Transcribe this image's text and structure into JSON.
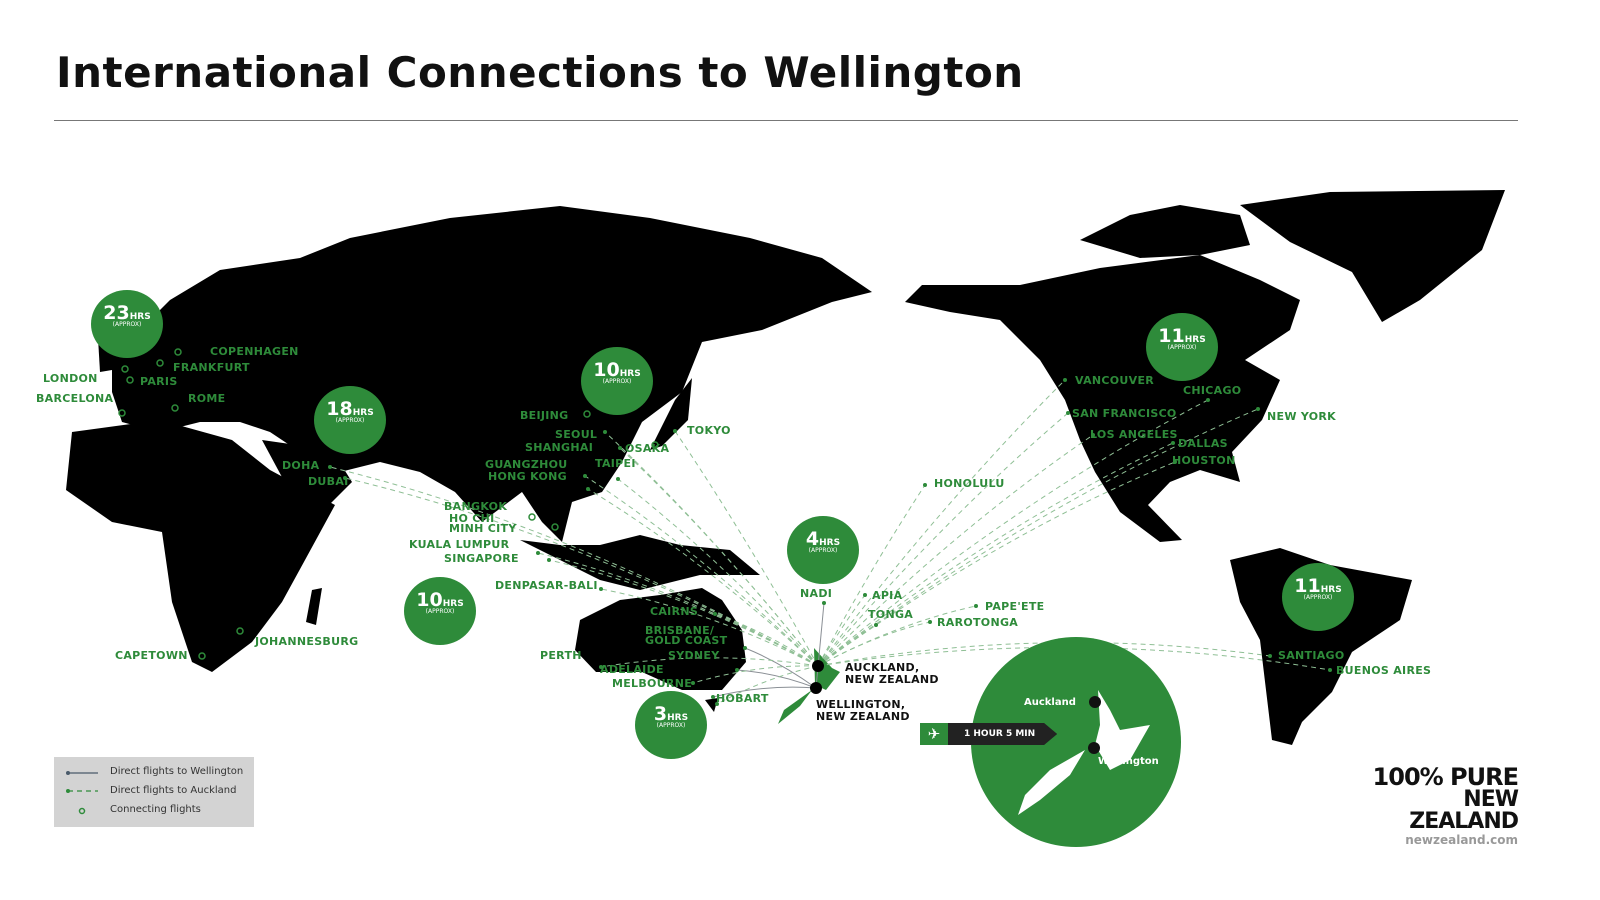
{
  "title": "International Connections to Wellington",
  "colors": {
    "green": "#2e8b3a",
    "land": "#000000",
    "legend_bg": "#d3d3d3"
  },
  "hubs": {
    "auckland": "AUCKLAND,\nNEW ZEALAND",
    "wellington": "WELLINGTON,\nNEW ZEALAND"
  },
  "cities": {
    "copenhagen": "COPENHAGEN",
    "frankfurt": "FRANKFURT",
    "london": "LONDON",
    "paris": "PARIS",
    "barcelona": "BARCELONA",
    "rome": "ROME",
    "doha": "DOHA",
    "dubai": "DUBAI",
    "beijing": "BEIJING",
    "seoul": "SEOUL",
    "tokyo": "TOKYO",
    "shanghai": "SHANGHAI",
    "osaka": "OSAKA",
    "guangzhou": "GUANGZHOU",
    "hong_kong": "HONG KONG",
    "taipei": "TAIPEI",
    "bangkok": "BANGKOK",
    "ho_chi_minh": "HO CHI\nMINH CITY",
    "kuala_lumpur": "KUALA LUMPUR",
    "singapore": "SINGAPORE",
    "denpasar": "DENPASAR-BALI",
    "cairns": "CAIRNS",
    "brisbane": "BRISBANE/\nGOLD COAST",
    "sydney": "SYDNEY",
    "perth": "PERTH",
    "adelaide": "ADELAIDE",
    "melbourne": "MELBOURNE",
    "hobart": "HOBART",
    "capetown": "CAPETOWN",
    "johannesburg": "JOHANNESBURG",
    "nadi": "NADI",
    "apia": "APIA",
    "tonga": "TONGA",
    "rarotonga": "RAROTONGA",
    "papeete": "PAPE'ETE",
    "honolulu": "HONOLULU",
    "vancouver": "VANCOUVER",
    "san_francisco": "SAN FRANCISCO",
    "los_angeles": "LOS ANGELES",
    "chicago": "CHICAGO",
    "new_york": "NEW YORK",
    "dallas": "DALLAS",
    "houston": "HOUSTON",
    "santiago": "SANTIAGO",
    "buenos_aires": "BUENOS AIRES"
  },
  "durations": [
    {
      "value": "23",
      "unit": "HRS",
      "note": "(APPROX)"
    },
    {
      "value": "18",
      "unit": "HRS",
      "note": "(APPROX)"
    },
    {
      "value": "10",
      "unit": "HRS",
      "note": "(APPROX)"
    },
    {
      "value": "10",
      "unit": "HRS",
      "note": "(APPROX)"
    },
    {
      "value": "4",
      "unit": "HRS",
      "note": "(APPROX)"
    },
    {
      "value": "3",
      "unit": "HRS",
      "note": "(APPROX)"
    },
    {
      "value": "11",
      "unit": "HRS",
      "note": "(APPROX)"
    },
    {
      "value": "11",
      "unit": "HRS",
      "note": "(APPROX)"
    }
  ],
  "legend": [
    "Direct flights to Wellington",
    "Direct flights to Auckland",
    "Connecting flights"
  ],
  "domestic": {
    "duration": "1 HOUR 5 MIN",
    "from": "Auckland",
    "to": "Wellington",
    "icon": "airplane-icon"
  },
  "logo": {
    "line1": "100% PURE",
    "line2": "NEW ZEALAND",
    "url": "newzealand.com"
  }
}
